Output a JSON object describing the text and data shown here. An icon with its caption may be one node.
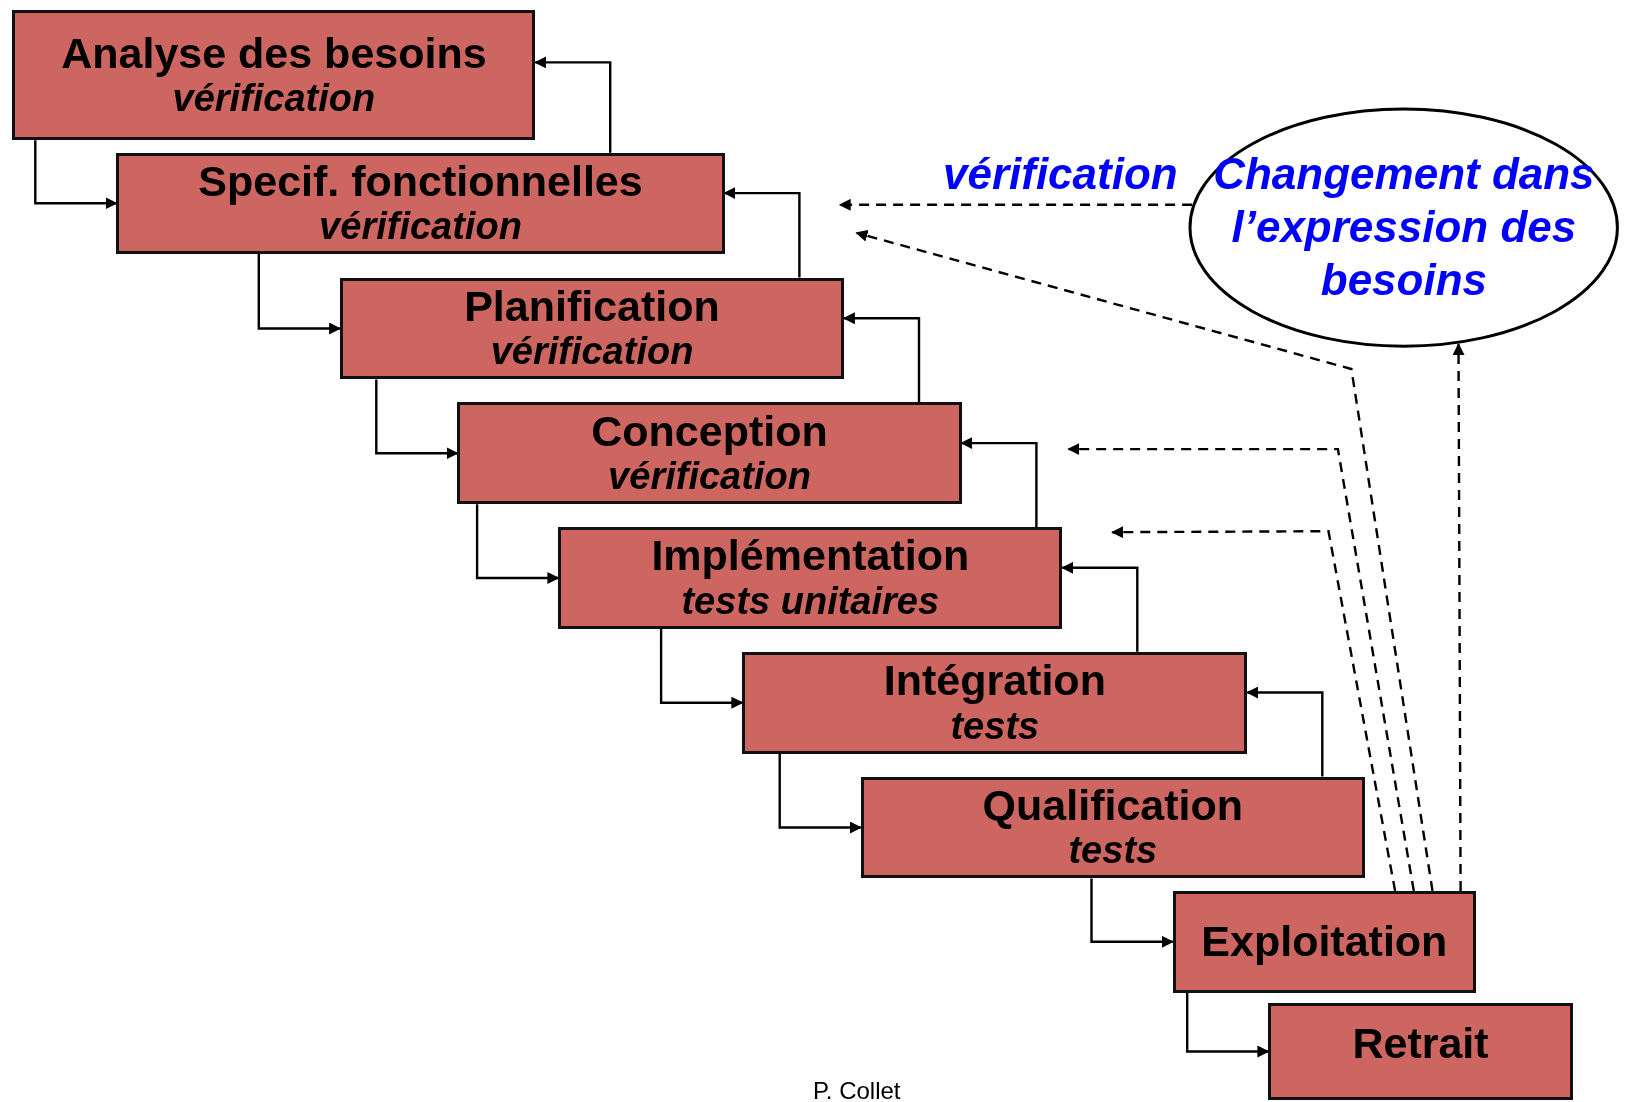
{
  "diagram": {
    "nodes": [
      {
        "text": [
          "Analyse des besoins",
          "vérification"
        ]
      },
      {
        "text": [
          "Specif. fonctionnelles",
          "vérification"
        ]
      },
      {
        "text": [
          "Planification",
          "vérification"
        ]
      },
      {
        "text": [
          "Conception",
          "vérification"
        ]
      },
      {
        "text": [
          "Implémentation",
          "tests unitaires"
        ]
      },
      {
        "text": [
          "Intégration",
          "tests"
        ]
      },
      {
        "text": [
          "Qualification",
          "tests"
        ]
      },
      {
        "text": [
          "Exploitation"
        ]
      },
      {
        "text": [
          "Retrait"
        ]
      },
      {
        "text": [
          "Changement dans l’expression des besoins"
        ]
      }
    ],
    "edges": [
      {
        "from": 0,
        "to": 1,
        "arrow": "to"
      },
      {
        "from": 1,
        "to": 2,
        "arrow": "to"
      },
      {
        "from": 2,
        "to": 3,
        "arrow": "to"
      },
      {
        "from": 3,
        "to": 4,
        "arrow": "to"
      },
      {
        "from": 4,
        "to": 5,
        "arrow": "to"
      },
      {
        "from": 5,
        "to": 6,
        "arrow": "to"
      },
      {
        "from": 6,
        "to": 7,
        "arrow": "to"
      },
      {
        "from": 7,
        "to": 8,
        "arrow": "to"
      },
      {
        "from": 1,
        "to": 0,
        "arrow": "to"
      },
      {
        "from": 2,
        "to": 1,
        "arrow": "to"
      },
      {
        "from": 3,
        "to": 2,
        "arrow": "to"
      },
      {
        "from": 4,
        "to": 3,
        "arrow": "to"
      },
      {
        "from": 5,
        "to": 4,
        "arrow": "to"
      },
      {
        "from": 6,
        "to": 5,
        "arrow": "to"
      },
      {
        "from": 9,
        "to": null,
        "arrow": "to",
        "label": "vérification",
        "style": "dashed"
      },
      {
        "from": 7,
        "to": null,
        "arrow": "to",
        "style": "dashed"
      },
      {
        "from": 7,
        "to": null,
        "arrow": "to",
        "style": "dashed"
      },
      {
        "from": 7,
        "to": null,
        "arrow": "to",
        "style": "dashed"
      },
      {
        "from": 7,
        "to": 9,
        "arrow": "to",
        "style": "dashed"
      }
    ],
    "labels": [
      "P. Collet"
    ]
  }
}
